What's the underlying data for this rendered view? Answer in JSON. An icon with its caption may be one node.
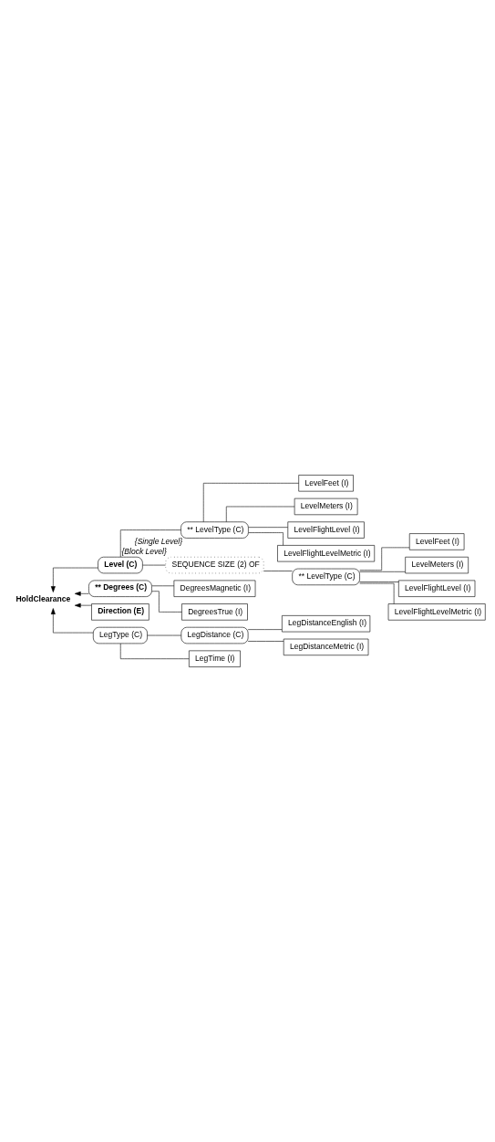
{
  "diagram": {
    "nodes": [
      {
        "text": [
          "HoldClearance"
        ]
      },
      {
        "text": [
          "Level (C)"
        ]
      },
      {
        "text": [
          "** LevelType (C)"
        ],
        "beside": [
          "{Single Level}"
        ]
      },
      {
        "text": [
          "LevelFeet (I)"
        ]
      },
      {
        "text": [
          "LevelMeters (I)"
        ]
      },
      {
        "text": [
          "LevelFlightLevel (I)"
        ]
      },
      {
        "text": [
          "LevelFlightLevelMetric (I)"
        ]
      },
      {
        "text": [
          "SEQUENCE SIZE (2) OF"
        ],
        "beside": [
          "{Block Level}"
        ]
      },
      {
        "text": [
          "** LevelType (C)"
        ]
      },
      {
        "text": [
          "LevelFeet (I)"
        ]
      },
      {
        "text": [
          "LevelMeters (I)"
        ]
      },
      {
        "text": [
          "LevelFlightLevel (I)"
        ]
      },
      {
        "text": [
          "LevelFlightLevelMetric (I)"
        ]
      },
      {
        "text": [
          "** Degrees (C)"
        ]
      },
      {
        "text": [
          "DegreesMagnetic (I)"
        ]
      },
      {
        "text": [
          "DegreesTrue (I)"
        ]
      },
      {
        "text": [
          "Direction (E)"
        ]
      },
      {
        "text": [
          "LegType (C)"
        ]
      },
      {
        "text": [
          "LegDistance (C)"
        ]
      },
      {
        "text": [
          "LegDistanceEnglish (I)"
        ]
      },
      {
        "text": [
          "LegDistanceMetric (I)"
        ]
      },
      {
        "text": [
          "LegTime (I)"
        ]
      }
    ],
    "edges": [
      {
        "from": 1,
        "to": 0,
        "arrow": "to"
      },
      {
        "from": 1,
        "to": 2,
        "arrow": "none"
      },
      {
        "from": 2,
        "to": 3,
        "arrow": "none"
      },
      {
        "from": 2,
        "to": 4,
        "arrow": "none"
      },
      {
        "from": 2,
        "to": 5,
        "arrow": "none"
      },
      {
        "from": 2,
        "to": 6,
        "arrow": "none"
      },
      {
        "from": 1,
        "to": 7,
        "arrow": "none"
      },
      {
        "from": 7,
        "to": 8,
        "arrow": "none"
      },
      {
        "from": 8,
        "to": 9,
        "arrow": "none"
      },
      {
        "from": 8,
        "to": 10,
        "arrow": "none"
      },
      {
        "from": 8,
        "to": 11,
        "arrow": "none"
      },
      {
        "from": 8,
        "to": 12,
        "arrow": "none"
      },
      {
        "from": 13,
        "to": 0,
        "arrow": "to"
      },
      {
        "from": 13,
        "to": 14,
        "arrow": "none"
      },
      {
        "from": 13,
        "to": 15,
        "arrow": "none"
      },
      {
        "from": 16,
        "to": 0,
        "arrow": "to"
      },
      {
        "from": 17,
        "to": 0,
        "arrow": "to"
      },
      {
        "from": 17,
        "to": 18,
        "arrow": "none"
      },
      {
        "from": 18,
        "to": 19,
        "arrow": "none"
      },
      {
        "from": 18,
        "to": 20,
        "arrow": "none"
      },
      {
        "from": 17,
        "to": 21,
        "arrow": "none"
      }
    ]
  }
}
